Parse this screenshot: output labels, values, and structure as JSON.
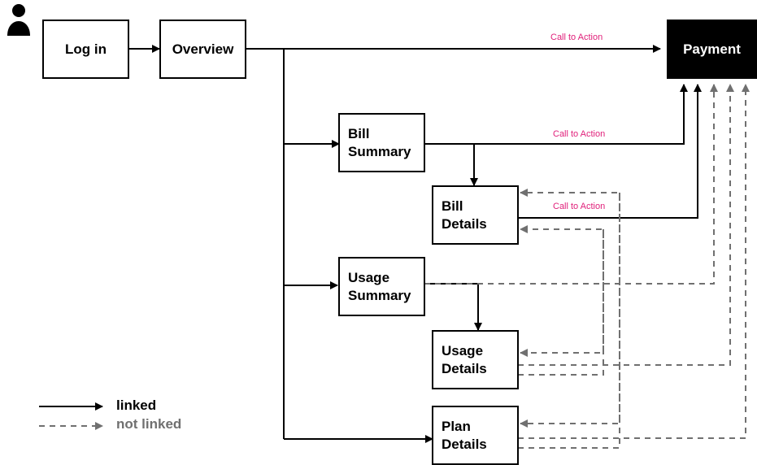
{
  "nodes": {
    "login": "Log in",
    "overview": "Overview",
    "payment": "Payment",
    "bill_summary": "Bill\nSummary",
    "bill_details": "Bill\nDetails",
    "usage_summary": "Usage\nSummary",
    "usage_details": "Usage\nDetails",
    "plan_details": "Plan\nDetails"
  },
  "cta_labels": {
    "overview_to_payment": "Call to Action",
    "bill_summary_to_payment": "Call to Action",
    "bill_details_to_payment": "Call to Action"
  },
  "legend": {
    "linked": "linked",
    "not_linked": "not linked"
  },
  "colors": {
    "solid": "#000000",
    "dashed": "#707070",
    "cta": "#e0207a",
    "payment_bg": "#000000"
  }
}
